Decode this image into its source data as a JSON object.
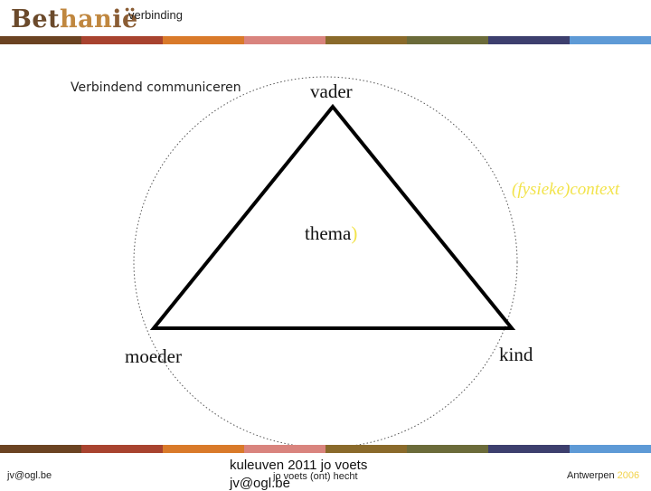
{
  "header": {
    "logo": {
      "part1": "Bet",
      "part2": "han",
      "part3": "ië"
    },
    "top_word": "verbinding"
  },
  "subtitle": "Verbindend communiceren",
  "diagram": {
    "top_node": "vader",
    "left_node": "moeder",
    "right_node": "kind",
    "center_label": "thema",
    "center_paren": ")",
    "context_label": "(fysieke)context"
  },
  "stripe_colors": [
    "#6b4322",
    "#a8432f",
    "#d97a2a",
    "#d9847e",
    "#8a6a2b",
    "#6b6b3a",
    "#3d3f6e",
    "#5e9ad6"
  ],
  "footer": {
    "left": "jv@ogl.be",
    "center_top": "kuleuven 2011 jo voets",
    "center_mid": "jo voets (ont) hecht",
    "center_bot": "jv@ogl.be",
    "right_text": "Antwerpen ",
    "right_year": "2006"
  }
}
